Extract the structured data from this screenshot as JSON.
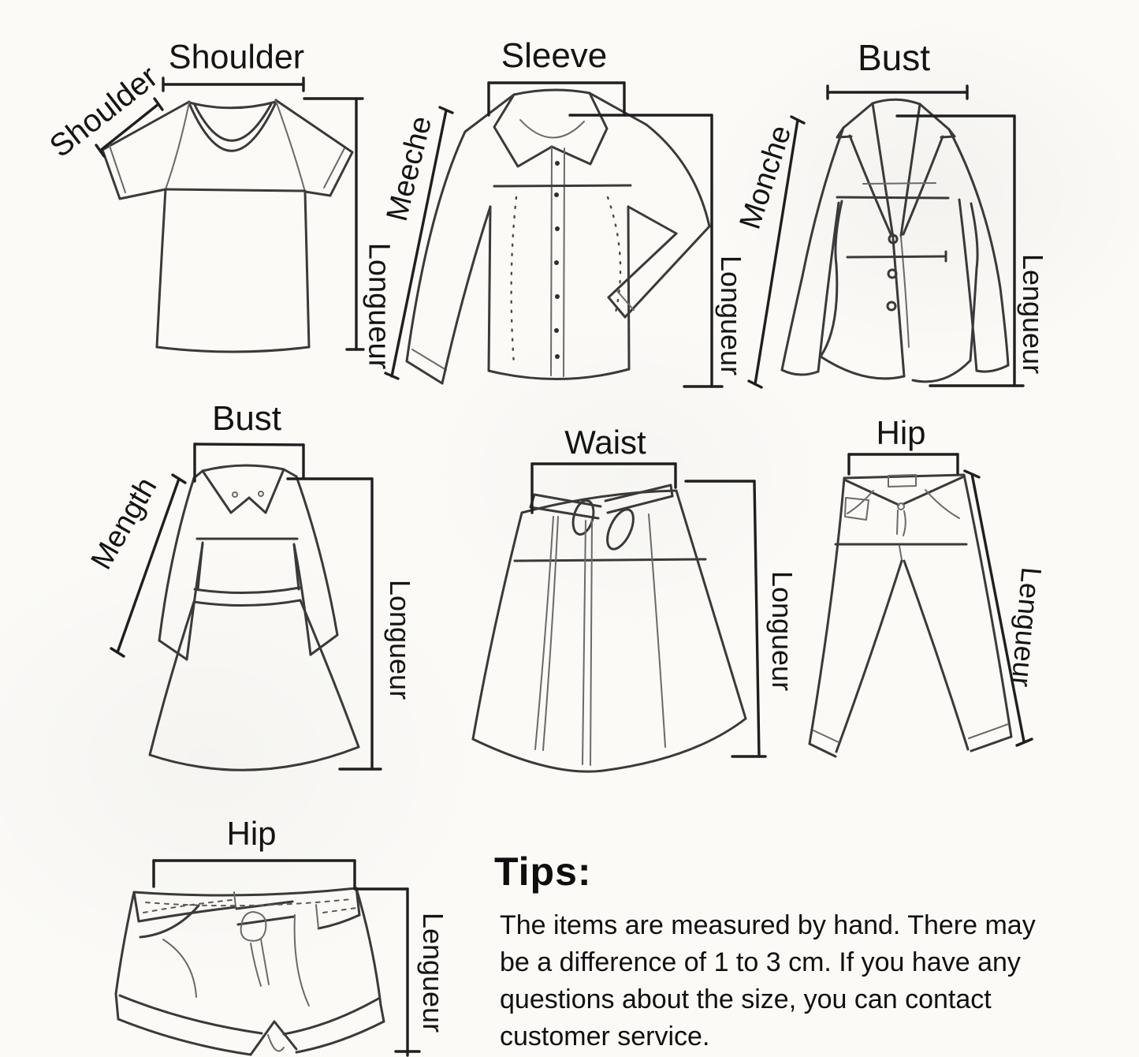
{
  "colors": {
    "background": "#fbfaf7",
    "ink_outline": "#3a3a3a",
    "ink_measure": "#1f1f1f",
    "ink_text": "#141414"
  },
  "garments": {
    "tshirt": {
      "top_label": "Shoulder",
      "diagonal_label": "Shoulder",
      "length_label": "Longueur"
    },
    "shirt": {
      "top_label": "Sleeve",
      "diagonal_label": "Meeche",
      "length_label": "Longueur"
    },
    "blazer": {
      "top_label": "Bust",
      "diagonal_label": "Monche",
      "length_label": "Lengueur"
    },
    "dress": {
      "top_label": "Bust",
      "diagonal_label": "Mength",
      "length_label": "Longueur"
    },
    "skirt": {
      "top_label": "Waist",
      "length_label": "Longueur"
    },
    "pants": {
      "top_label": "Hip",
      "length_label": "Lengueur"
    },
    "shorts": {
      "top_label": "Hip",
      "length_label": "Lengueur"
    }
  },
  "tips": {
    "heading": "Tips:",
    "lines": [
      "The items are measured by hand. There may",
      "be a difference of 1 to 3 cm. If you have any",
      "questions about the size, you can contact",
      "customer service."
    ]
  }
}
